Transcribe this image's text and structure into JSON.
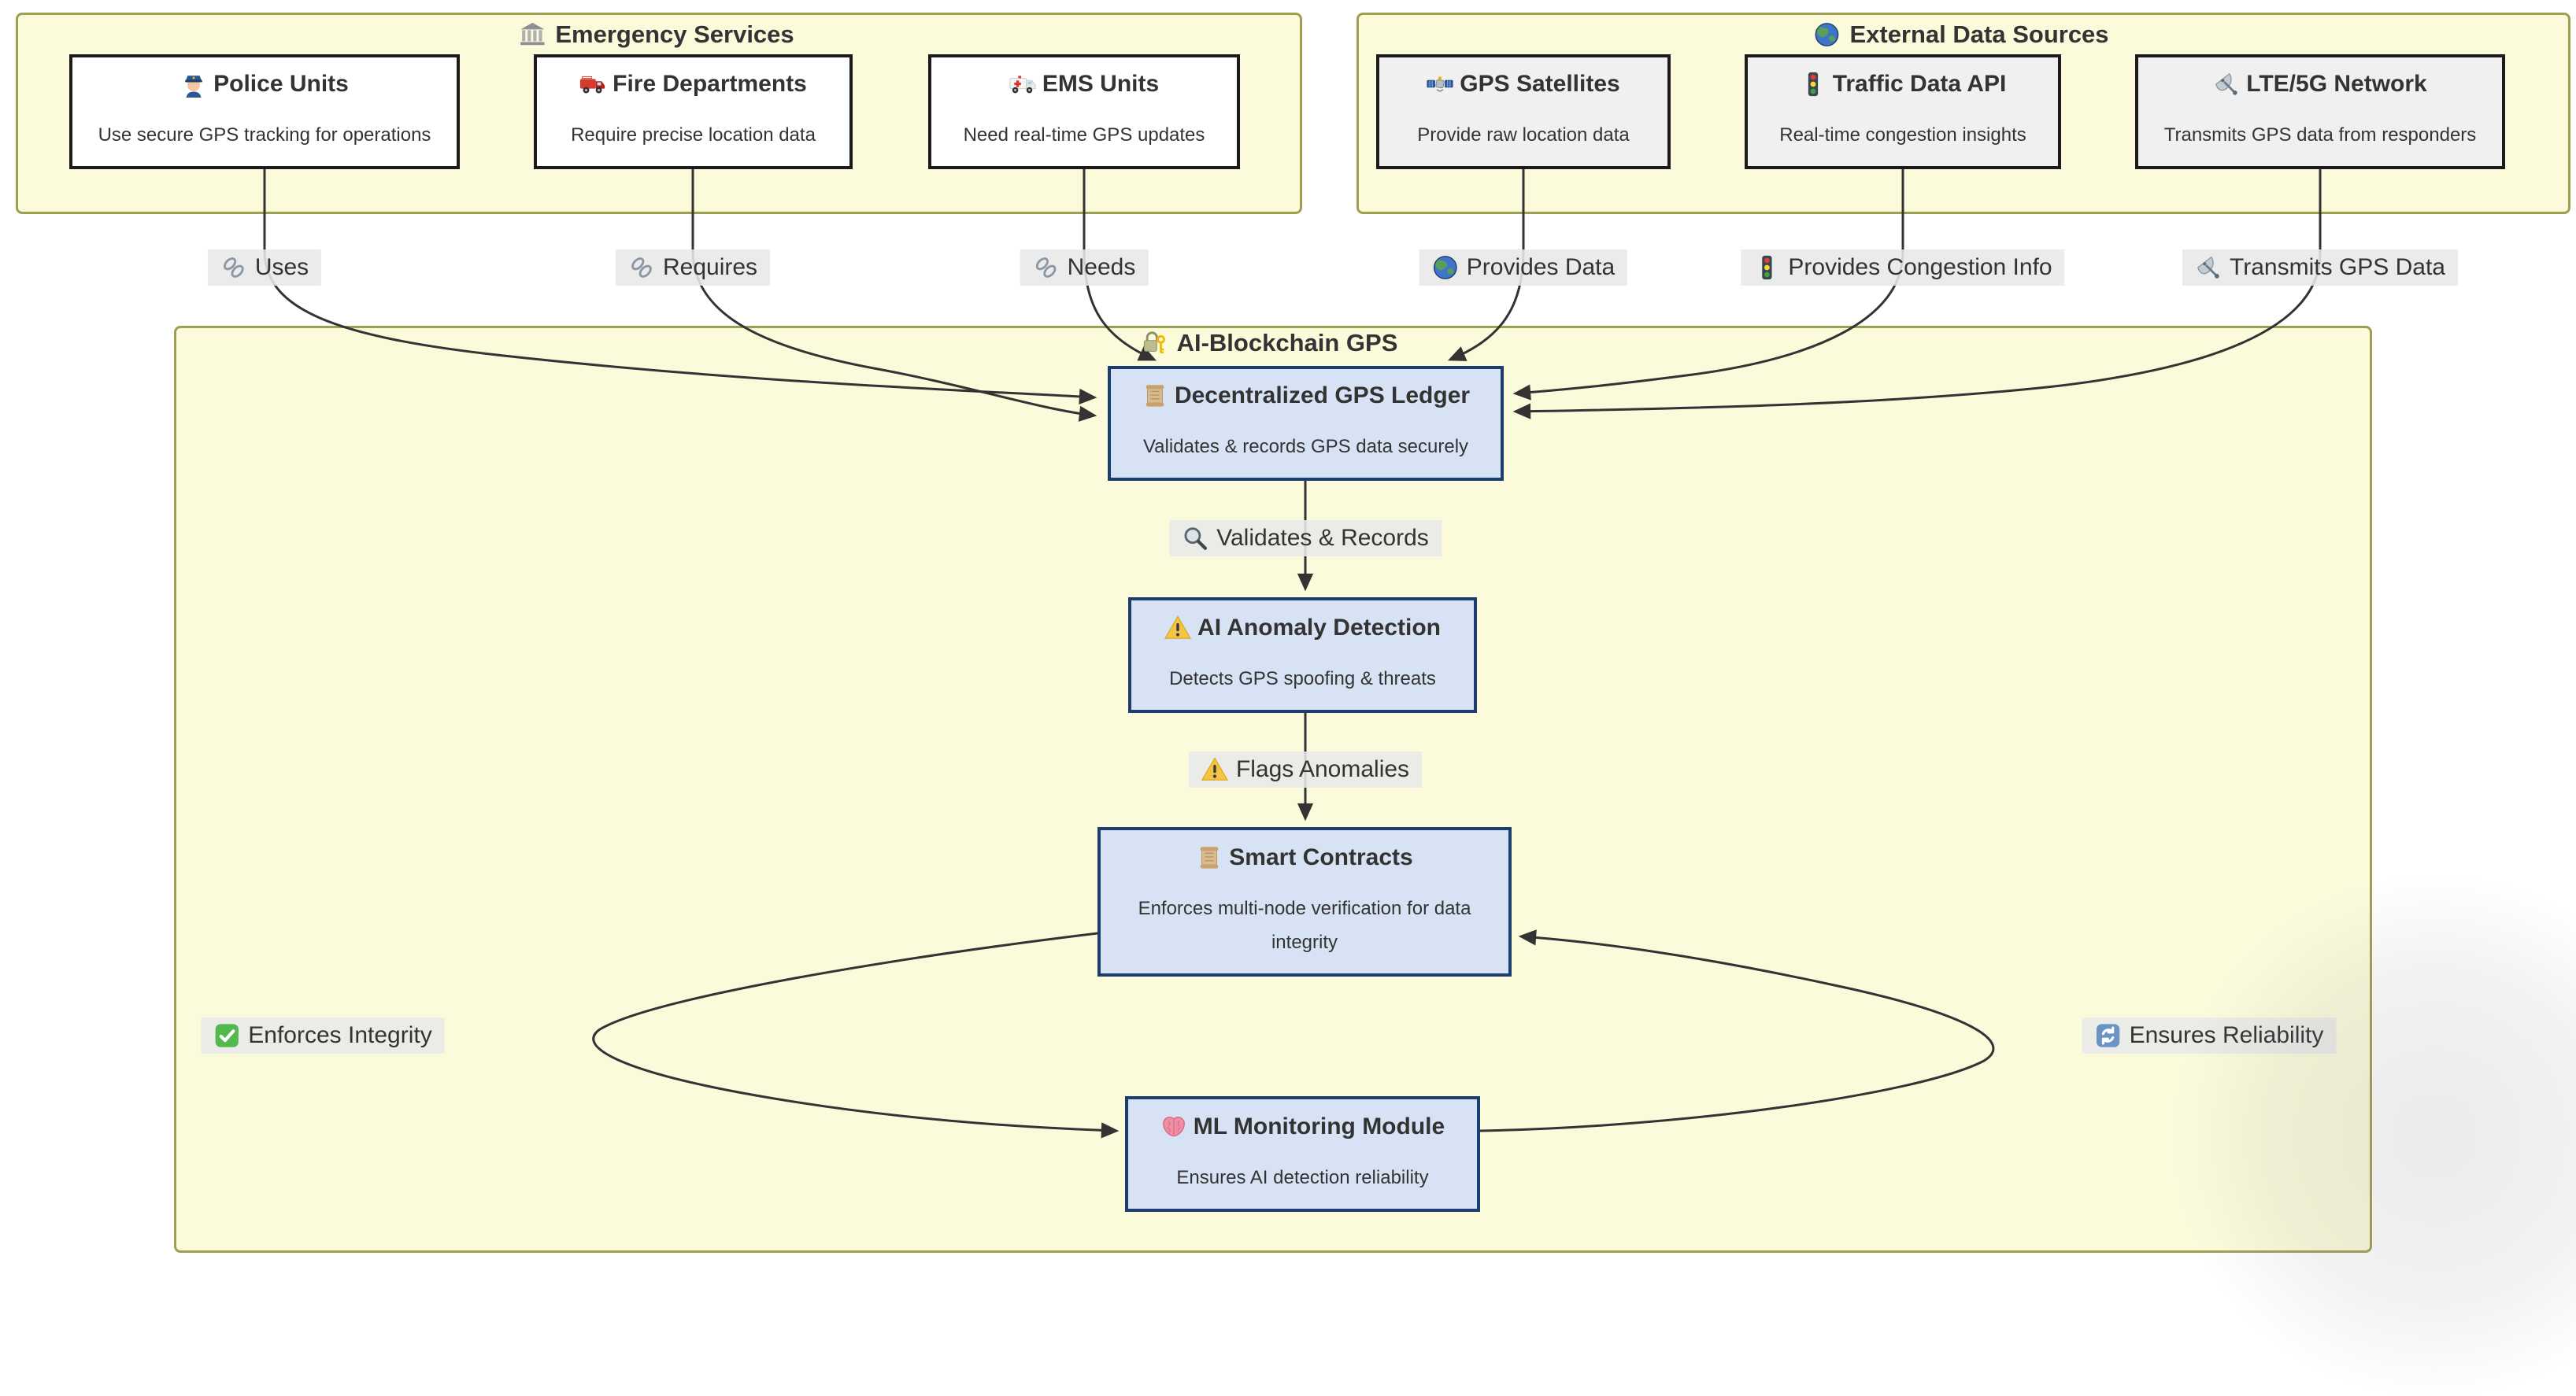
{
  "diagram": {
    "clusters": {
      "emergency": {
        "title": "Emergency Services",
        "icon": "classical-building-icon"
      },
      "external": {
        "title": "External Data Sources",
        "icon": "globe-icon"
      },
      "blockchain": {
        "title": "AI-Blockchain GPS",
        "icon": "lock-with-key-icon"
      }
    },
    "nodes": {
      "police": {
        "title": "Police Units",
        "subtitle": "Use secure GPS tracking for operations",
        "icon": "police-officer-icon"
      },
      "fire": {
        "title": "Fire Departments",
        "subtitle": "Require precise location data",
        "icon": "fire-engine-icon"
      },
      "ems": {
        "title": "EMS Units",
        "subtitle": "Need real-time GPS updates",
        "icon": "ambulance-icon"
      },
      "gps": {
        "title": "GPS Satellites",
        "subtitle": "Provide raw location data",
        "icon": "satellite-icon"
      },
      "traffic": {
        "title": "Traffic Data API",
        "subtitle": "Real-time congestion insights",
        "icon": "traffic-light-icon"
      },
      "lte": {
        "title": "LTE/5G Network",
        "subtitle": "Transmits GPS data from responders",
        "icon": "satellite-antenna-icon"
      },
      "ledger": {
        "title": "Decentralized GPS Ledger",
        "subtitle": "Validates & records GPS data securely",
        "icon": "scroll-icon"
      },
      "anomaly": {
        "title": "AI Anomaly Detection",
        "subtitle": "Detects GPS spoofing & threats",
        "icon": "warning-icon"
      },
      "smart": {
        "title": "Smart Contracts",
        "subtitle": "Enforces multi-node verification for data integrity",
        "icon": "scroll-icon"
      },
      "ml": {
        "title": "ML Monitoring Module",
        "subtitle": "Ensures AI detection reliability",
        "icon": "brain-icon"
      }
    },
    "edges": [
      {
        "from": "police",
        "to": "ledger",
        "label": "Uses",
        "icon": "link-icon"
      },
      {
        "from": "fire",
        "to": "ledger",
        "label": "Requires",
        "icon": "link-icon"
      },
      {
        "from": "ems",
        "to": "ledger",
        "label": "Needs",
        "icon": "link-icon"
      },
      {
        "from": "gps",
        "to": "ledger",
        "label": "Provides Data",
        "icon": "globe-icon"
      },
      {
        "from": "traffic",
        "to": "ledger",
        "label": "Provides Congestion Info",
        "icon": "traffic-light-icon"
      },
      {
        "from": "lte",
        "to": "ledger",
        "label": "Transmits GPS Data",
        "icon": "satellite-antenna-icon"
      },
      {
        "from": "ledger",
        "to": "anomaly",
        "label": "Validates & Records",
        "icon": "magnifying-glass-icon"
      },
      {
        "from": "anomaly",
        "to": "smart",
        "label": "Flags Anomalies",
        "icon": "warning-icon"
      },
      {
        "from": "smart",
        "to": "ml",
        "label": "Enforces Integrity",
        "icon": "check-mark-icon"
      },
      {
        "from": "ml",
        "to": "smart",
        "label": "Ensures Reliability",
        "icon": "refresh-icon"
      }
    ],
    "colors": {
      "cluster_fill": "#fbfbdc",
      "cluster_border": "#9f9f52",
      "node_fill_emergency": "#ffffff",
      "node_fill_external": "#f0f0f0",
      "node_border_dark": "#1b1b1b",
      "blue_node_fill": "#d7e3f4",
      "blue_node_border": "#1c3e6e",
      "edge_label_bg": "#e8e8e8",
      "edge_stroke": "#333333",
      "text": "#333333"
    }
  }
}
